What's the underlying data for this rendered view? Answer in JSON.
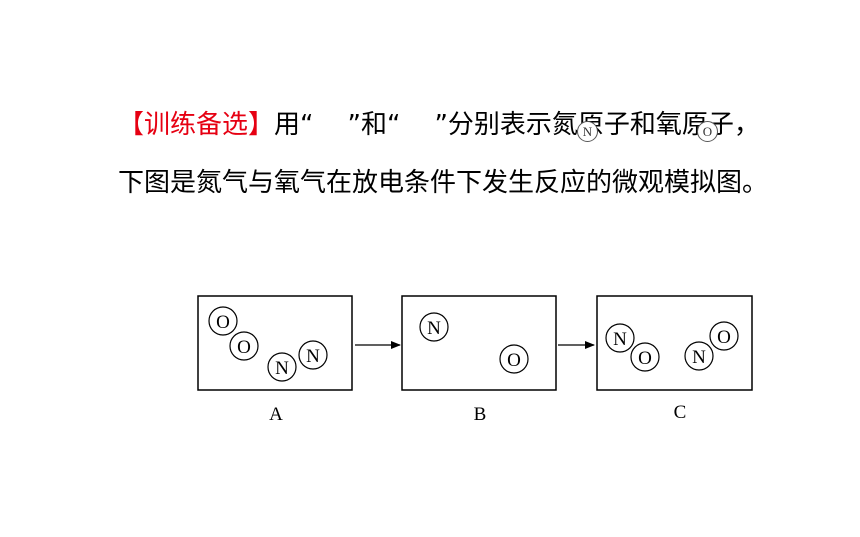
{
  "intro": {
    "tag": "【训练备选】",
    "part1": "用“",
    "part2": "”和“",
    "part3": "”分别表示氮原子和氧原子，",
    "line2": "下图是氮气与氧气在放电条件下发生反应的微观模拟图。"
  },
  "symbols": {
    "nitrogen": "N",
    "oxygen": "O"
  },
  "panels": [
    {
      "label": "A",
      "atoms": [
        "O",
        "O",
        "N",
        "N"
      ]
    },
    {
      "label": "B",
      "atoms": [
        "N",
        "O"
      ]
    },
    {
      "label": "C",
      "atoms": [
        "N",
        "O",
        "N",
        "O"
      ]
    }
  ],
  "colors": {
    "tag": "#e60012",
    "text": "#000000",
    "stroke": "#000000"
  }
}
